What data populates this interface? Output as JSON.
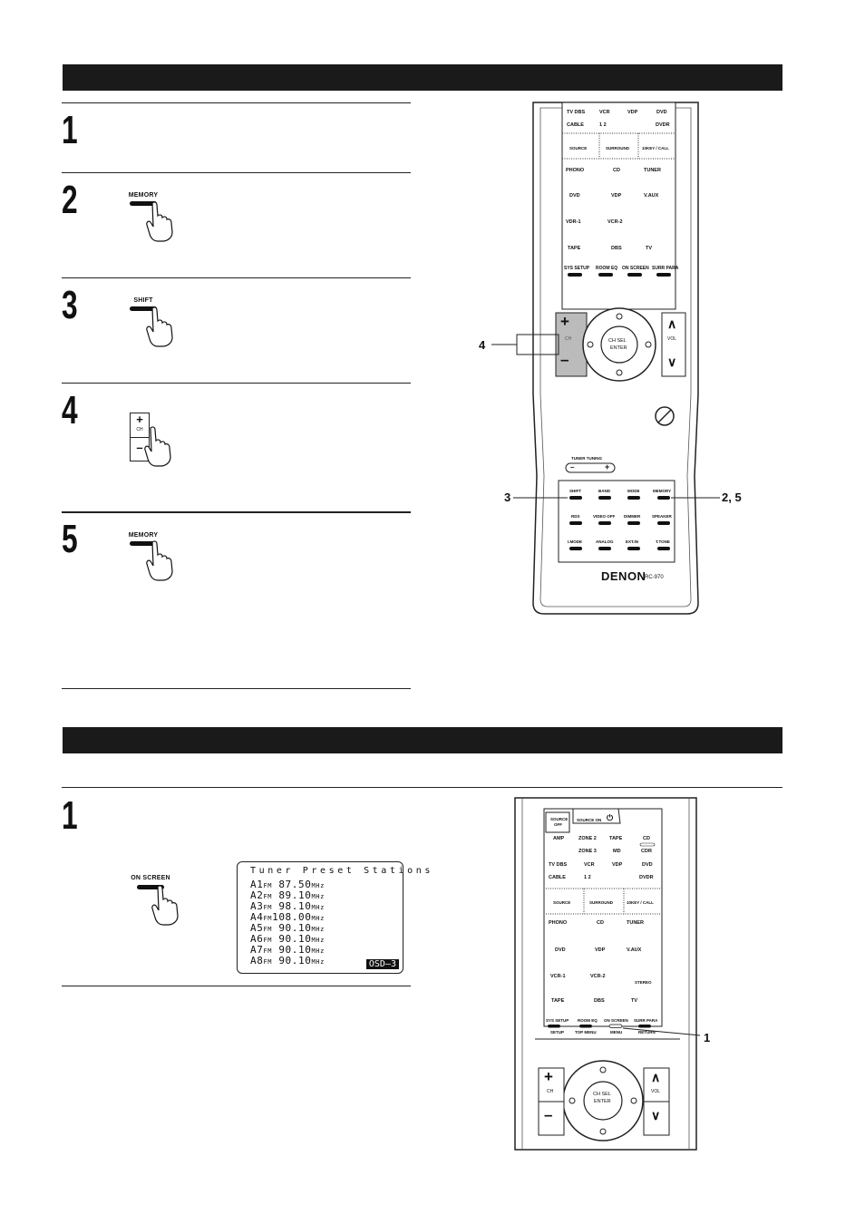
{
  "section1": {
    "steps": [
      {
        "number": "1"
      },
      {
        "number": "2",
        "button_label": "MEMORY"
      },
      {
        "number": "3",
        "button_label": "SHIFT"
      },
      {
        "number": "4",
        "key_plus": "+",
        "key_minus": "–",
        "key_label": "CH"
      },
      {
        "number": "5",
        "button_label": "MEMORY"
      }
    ],
    "remote": {
      "row_sources": [
        "TV DBS",
        "VCR",
        "VDP",
        "DVD"
      ],
      "row_sources2": [
        "CABLE",
        "1 2",
        "",
        "DVDR"
      ],
      "mode_row": [
        "SOURCE",
        "SURROUND",
        "10KEY / CALL"
      ],
      "grid": [
        [
          "PHONO",
          "CD",
          "TUNER"
        ],
        [
          "DVD",
          "VDP",
          "V.AUX"
        ],
        [
          "VDR-1",
          "VCR-2",
          ""
        ],
        [
          "TAPE",
          "DBS",
          "TV"
        ]
      ],
      "setup_row": [
        "SYS SETUP",
        "ROOM EQ",
        "ON SCREEN",
        "SURR PARA"
      ],
      "ch_label": "CH",
      "ch_plus": "+",
      "ch_minus": "–",
      "vol_label": "VOL",
      "vol_up": "∧",
      "vol_down": "∨",
      "center_label_1": "CH SEL",
      "center_label_2": "ENTER",
      "tuning_label": "TUNER TUNING",
      "tuning_minus": "–",
      "tuning_plus": "+",
      "func_rows": [
        [
          "SHIFT",
          "BAND",
          "MODE",
          "MEMORY"
        ],
        [
          "RDS",
          "VIDEO OFF",
          "DIMMER",
          "SPEAKER"
        ],
        [
          "I.MODE",
          "ANALOG",
          "EXT.IN",
          "T.TONE"
        ]
      ],
      "brand": "DENON",
      "model": "RC-970",
      "callouts": {
        "ch": "4",
        "shift": "3",
        "memory": "2, 5"
      }
    }
  },
  "section2": {
    "steps": [
      {
        "number": "1",
        "button_label": "ON SCREEN"
      }
    ],
    "osd": {
      "title": "Tuner Preset Stations",
      "rows": [
        {
          "ch": "A1",
          "band": "FM",
          "freq": " 87.50",
          "unit": "MHz"
        },
        {
          "ch": "A2",
          "band": "FM",
          "freq": " 89.10",
          "unit": "MHz"
        },
        {
          "ch": "A3",
          "band": "FM",
          "freq": " 98.10",
          "unit": "MHz"
        },
        {
          "ch": "A4",
          "band": "FM",
          "freq": "108.00",
          "unit": "MHz"
        },
        {
          "ch": "A5",
          "band": "FM",
          "freq": " 90.10",
          "unit": "MHz"
        },
        {
          "ch": "A6",
          "band": "FM",
          "freq": " 90.10",
          "unit": "MHz"
        },
        {
          "ch": "A7",
          "band": "FM",
          "freq": " 90.10",
          "unit": "MHz"
        },
        {
          "ch": "A8",
          "band": "FM",
          "freq": " 90.10",
          "unit": "MHz"
        }
      ],
      "badge": "OSD–3"
    },
    "remote": {
      "tab_source_off": [
        "SOURCE",
        "OFF"
      ],
      "tab_source_on": "SOURCE ON",
      "zone_row1": [
        "AMP",
        "ZONE 2",
        "TAPE",
        "CD"
      ],
      "zone_row2": [
        "",
        "ZONE 3",
        "MD",
        "CDR"
      ],
      "row_sources": [
        "TV DBS",
        "VCR",
        "VDP",
        "DVD"
      ],
      "row_sources2": [
        "CABLE",
        "1 2",
        "",
        "DVDR"
      ],
      "mode_row": [
        "SOURCE",
        "SURROUND",
        "10KEY / CALL"
      ],
      "grid": [
        [
          "PHONO",
          "CD",
          "TUNER"
        ],
        [
          "DVD",
          "VDP",
          "V.AUX"
        ],
        [
          "VCR-1",
          "VCR-2",
          "STEREO"
        ],
        [
          "TAPE",
          "DBS",
          "TV"
        ]
      ],
      "setup_row": [
        "SYS SETUP",
        "ROOM EQ",
        "ON SCREEN",
        "SURR PARA"
      ],
      "setup_sub": [
        "SETUP",
        "TOP MENU",
        "MENU",
        "RETURN"
      ],
      "ch_label": "CH",
      "ch_plus": "+",
      "ch_minus": "–",
      "vol_label": "VOL",
      "vol_up": "∧",
      "vol_down": "∨",
      "center_label_1": "CH SEL",
      "center_label_2": "ENTER",
      "callouts": {
        "on_screen": "1"
      }
    }
  }
}
